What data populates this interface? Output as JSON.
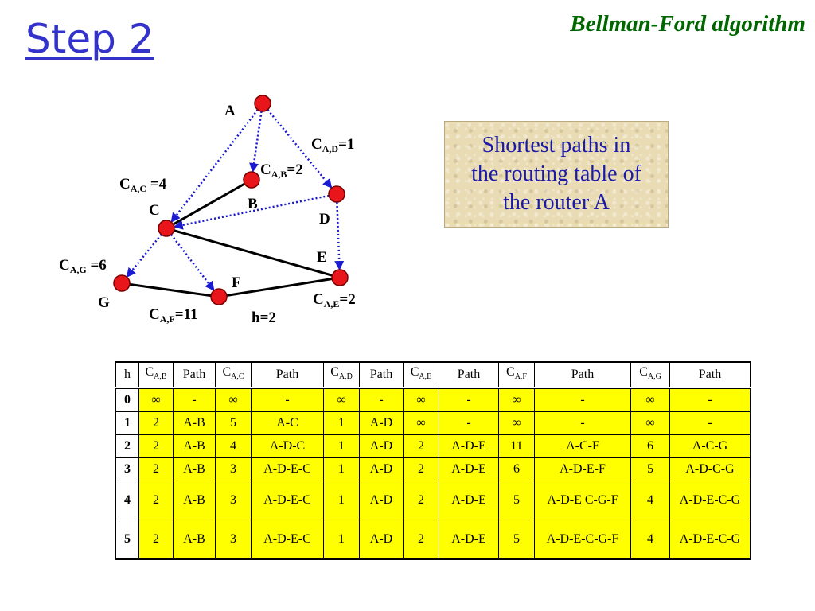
{
  "header": {
    "step_title": "Step 2",
    "algorithm_title": "Bellman-Ford algorithm"
  },
  "callout": {
    "text": "Shortest paths in\nthe routing table of\nthe router A"
  },
  "colors": {
    "node_fill": "#e8161b",
    "edge": "#000000",
    "arrow": "#1a1ad0",
    "table_fill": "#ffff00",
    "title_blue": "#3333cc",
    "algo_green": "#006600"
  },
  "graph": {
    "nodes": [
      {
        "id": "A",
        "label": "A"
      },
      {
        "id": "B",
        "label": "B"
      },
      {
        "id": "C",
        "label": "C"
      },
      {
        "id": "D",
        "label": "D"
      },
      {
        "id": "E",
        "label": "E"
      },
      {
        "id": "F",
        "label": "F"
      },
      {
        "id": "G",
        "label": "G"
      }
    ],
    "links": [
      {
        "from": "B",
        "to": "C"
      },
      {
        "from": "C",
        "to": "E"
      },
      {
        "from": "G",
        "to": "F"
      },
      {
        "from": "F",
        "to": "E"
      }
    ],
    "arrows": [
      {
        "from": "A",
        "to": "B"
      },
      {
        "from": "A",
        "to": "D"
      },
      {
        "from": "A",
        "to": "C"
      },
      {
        "from": "D",
        "to": "C"
      },
      {
        "from": "D",
        "to": "E"
      },
      {
        "from": "C",
        "to": "G"
      },
      {
        "from": "C",
        "to": "F"
      }
    ],
    "cost_labels": [
      {
        "id": "cad",
        "main": "C",
        "sub": "A,D",
        "value": "=1"
      },
      {
        "id": "cab",
        "main": "C",
        "sub": "A,B",
        "value": "=2"
      },
      {
        "id": "cac",
        "main": "C",
        "sub": "A,C",
        "value": " =4"
      },
      {
        "id": "cag",
        "main": "C",
        "sub": "A,G",
        "value": " =6"
      },
      {
        "id": "cae",
        "main": "C",
        "sub": "A,E",
        "value": "=2"
      },
      {
        "id": "caf",
        "main": "C",
        "sub": "A,F",
        "value": "=11"
      }
    ],
    "hop_label": "h=2"
  },
  "table": {
    "headers": [
      {
        "main": "h",
        "sub": ""
      },
      {
        "main": "C",
        "sub": "A,B"
      },
      {
        "main": "Path",
        "sub": ""
      },
      {
        "main": "C",
        "sub": "A,C"
      },
      {
        "main": "Path",
        "sub": ""
      },
      {
        "main": "C",
        "sub": "A,D"
      },
      {
        "main": "Path",
        "sub": ""
      },
      {
        "main": "C",
        "sub": "A,E"
      },
      {
        "main": "Path",
        "sub": ""
      },
      {
        "main": "C",
        "sub": "A,F"
      },
      {
        "main": "Path",
        "sub": ""
      },
      {
        "main": "C",
        "sub": "A,G"
      },
      {
        "main": "Path",
        "sub": ""
      }
    ],
    "rows": [
      [
        "0",
        "∞",
        "-",
        "∞",
        "-",
        "∞",
        "-",
        "∞",
        "-",
        "∞",
        "-",
        "∞",
        "-"
      ],
      [
        "1",
        "2",
        "A-B",
        "5",
        "A-C",
        "1",
        "A-D",
        "∞",
        "-",
        "∞",
        "-",
        "∞",
        "-"
      ],
      [
        "2",
        "2",
        "A-B",
        "4",
        "A-D-C",
        "1",
        "A-D",
        "2",
        "A-D-E",
        "11",
        "A-C-F",
        "6",
        "A-C-G"
      ],
      [
        "3",
        "2",
        "A-B",
        "3",
        "A-D-E-C",
        "1",
        "A-D",
        "2",
        "A-D-E",
        "6",
        "A-D-E-F",
        "5",
        "A-D-C-G"
      ],
      [
        "4",
        "2",
        "A-B",
        "3",
        "A-D-E-C",
        "1",
        "A-D",
        "2",
        "A-D-E",
        "5",
        "A-D-E C-G-F",
        "4",
        "A-D-E-C-G"
      ],
      [
        "5",
        "2",
        "A-B",
        "3",
        "A-D-E-C",
        "1",
        "A-D",
        "2",
        "A-D-E",
        "5",
        "A-D-E-C-G-F",
        "4",
        "A-D-E-C-G"
      ]
    ]
  }
}
